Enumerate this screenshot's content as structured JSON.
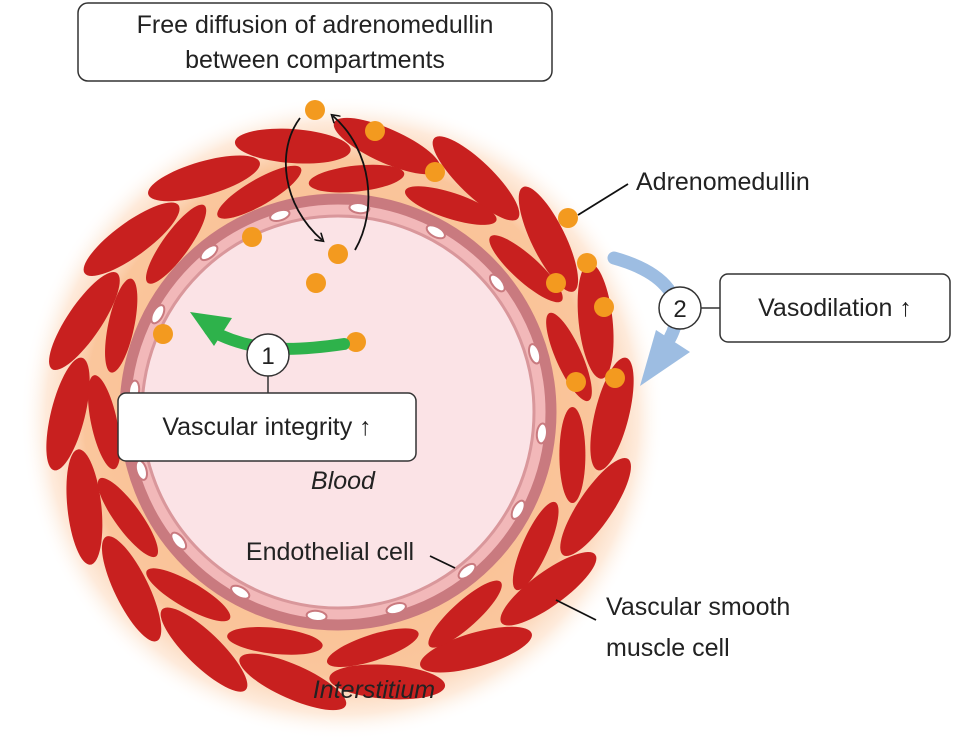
{
  "labels": {
    "diffusion_line1": "Free diffusion of adrenomedullin",
    "diffusion_line2": "between compartments",
    "adrenomedullin": "Adrenomedullin",
    "vasodilation": "Vasodilation ↑",
    "vascular_integrity": "Vascular integrity ↑",
    "blood": "Blood",
    "endothelial_cell": "Endothelial cell",
    "smooth_muscle_line1": "Vascular smooth",
    "smooth_muscle_line2": "muscle cell",
    "interstitium": "Interstitium",
    "step1": "1",
    "step2": "2"
  },
  "colors": {
    "background": "#ffffff",
    "glow": "#f7a868",
    "smooth_muscle": "#c8201f",
    "endothelium": "#c97a7f",
    "lumen": "#fbe3e6",
    "adrenomedullin": "#f39a1f",
    "integrity_arrow": "#2eb24b",
    "vasodilation_arrow": "#9dbde2",
    "stroke": "#333333"
  }
}
